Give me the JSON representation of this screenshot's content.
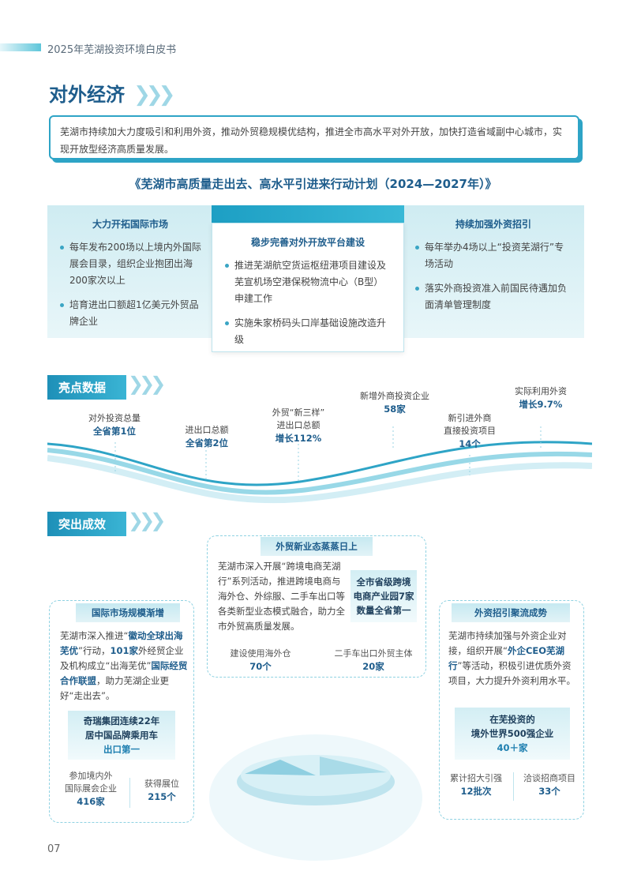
{
  "header": {
    "title": "2025年芜湖投资环境白皮书"
  },
  "section1": {
    "title": "对外经济",
    "intro": "芜湖市持续加大力度吸引和利用外资，推动外贸稳规模优结构，推进全市高水平对外开放，加快打造省域副中心城市，实现开放型经济高质量发展。"
  },
  "plan": {
    "title": "《芜湖市高质量走出去、高水平引进来行动计划（2024—2027年）》",
    "left": {
      "heading": "大力开拓国际市场",
      "items": [
        "每年发布200场以上境内外国际展会目录，组织企业抱团出海200家次以上",
        "培育进出口额超1亿美元外贸品牌企业"
      ]
    },
    "middle": {
      "heading": "稳步完善对外开放平台建设",
      "items": [
        "推进芜湖航空货运枢纽港项目建设及芜宣机场空港保税物流中心（B型）申建工作",
        "实施朱家桥码头口岸基础设施改造升级"
      ]
    },
    "right": {
      "heading": "持续加强外资招引",
      "items": [
        "每年举办4场以上“投资芜湖行”专场活动",
        "落实外商投资准入前国民待遇加负面清单管理制度"
      ]
    }
  },
  "highlights": {
    "title": "亮点数据",
    "kpis": [
      {
        "label": "对外投资总量",
        "value": "全省第1位"
      },
      {
        "label": "进出口总额",
        "value": "全省第2位"
      },
      {
        "label1": "外贸“新三样”",
        "label2": "进出口总额",
        "value": "增长112%"
      },
      {
        "label": "新增外商投资企业",
        "value": "58家"
      },
      {
        "label1": "新引进外商",
        "label2": "直接投资项目",
        "value": "14个"
      },
      {
        "label": "实际利用外资",
        "value": "增长9.7%"
      }
    ]
  },
  "achievements": {
    "title": "突出成效",
    "left": {
      "ribbon": "国际市场规模渐增",
      "t1": "芜湖市深入推进“",
      "s1": "徽动全球出海芜优",
      "t2": "”行动，",
      "s2": "101家",
      "t3": "外经贸企业及机构成立“出海芜优”",
      "s3": "国际经贸合作联盟",
      "t4": "，助力芜湖企业更好“走出去”。",
      "hl1": "奇瑞集团连续22年",
      "hl2": "居中国品牌乘用车",
      "hl3": "出口第一",
      "stat1_label1": "参加境内外",
      "stat1_label2": "国际展会企业",
      "stat1_value": "416家",
      "stat2_label": "获得展位",
      "stat2_value": "215个"
    },
    "middle": {
      "ribbon": "外贸新业态蒸蒸日上",
      "text": "芜湖市深入开展“跨境电商芜湖行”系列活动，推进跨境电商与海外仓、外综服、二手车出口等各类新型业态模式融合，助力全市外贸高质量发展。",
      "hl1": "全市省级跨境",
      "hl2": "电商产业园7家",
      "hl3": "数量全省第一",
      "stat1_label": "建设使用海外仓",
      "stat1_value": "70个",
      "stat2_label": "二手车出口外贸主体",
      "stat2_value": "20家"
    },
    "right": {
      "ribbon": "外资招引聚流成势",
      "t1": "芜湖市持续加强与外资企业对接，组织开展“",
      "s1": "外企CEO芜湖行",
      "t2": "”等活动，积极引进优质外资项目，大力提升外资利用水平。",
      "hl1": "在芜投资的",
      "hl2": "境外世界500强企业",
      "hl3": "40＋家",
      "stat1_label": "累计招大引强",
      "stat1_value": "12批次",
      "stat2_label": "洽谈招商项目",
      "stat2_value": "33个"
    }
  },
  "page_number": "07",
  "colors": {
    "primary": "#1e5d8c",
    "accent": "#2ea4c6",
    "light": "#cfecf2"
  }
}
